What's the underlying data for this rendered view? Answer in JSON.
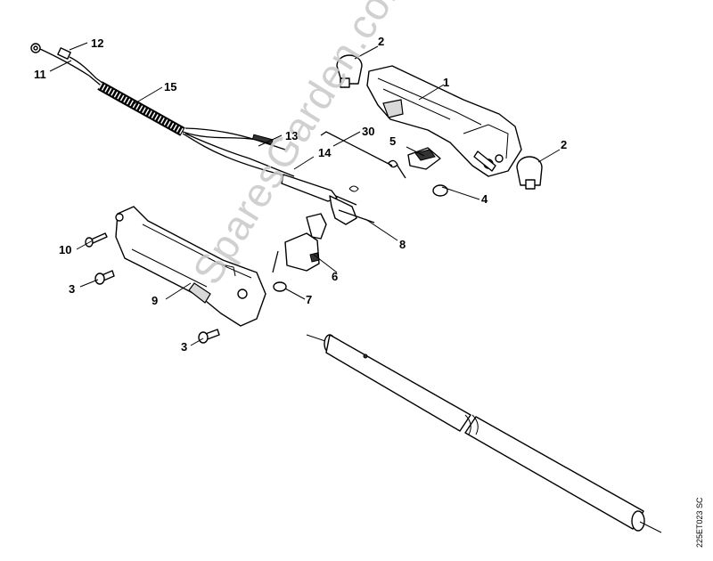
{
  "diagram": {
    "callouts": {
      "c1": "1",
      "c2a": "2",
      "c2b": "2",
      "c3a": "3",
      "c3b": "3",
      "c4": "4",
      "c5": "5",
      "c6": "6",
      "c7": "7",
      "c8": "8",
      "c9": "9",
      "c10": "10",
      "c11": "11",
      "c12": "12",
      "c13": "13",
      "c14": "14",
      "c15": "15",
      "c30": "30"
    },
    "watermark": "SparesGarden.com",
    "ref_code": "225ET023 SC"
  }
}
